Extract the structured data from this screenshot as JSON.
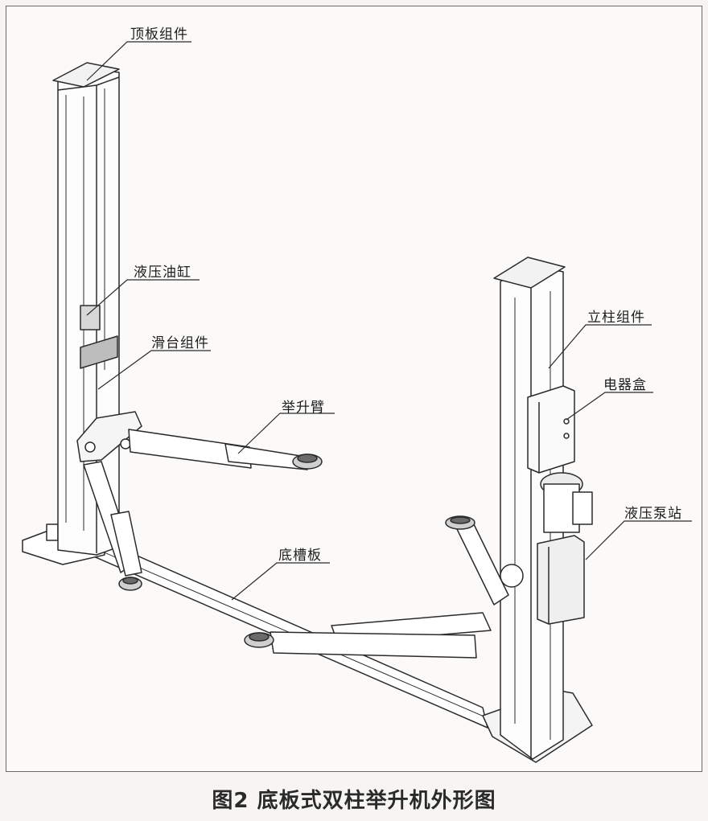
{
  "labels": {
    "top_plate": "顶板组件",
    "hydraulic_cylinder": "液压油缸",
    "carriage": "滑台组件",
    "lift_arm": "举升臂",
    "column": "立柱组件",
    "electrical_box": "电器盒",
    "pump_station": "液压泵站",
    "base_plate": "底槽板"
  },
  "caption": "图2 底板式双柱举升机外形图"
}
